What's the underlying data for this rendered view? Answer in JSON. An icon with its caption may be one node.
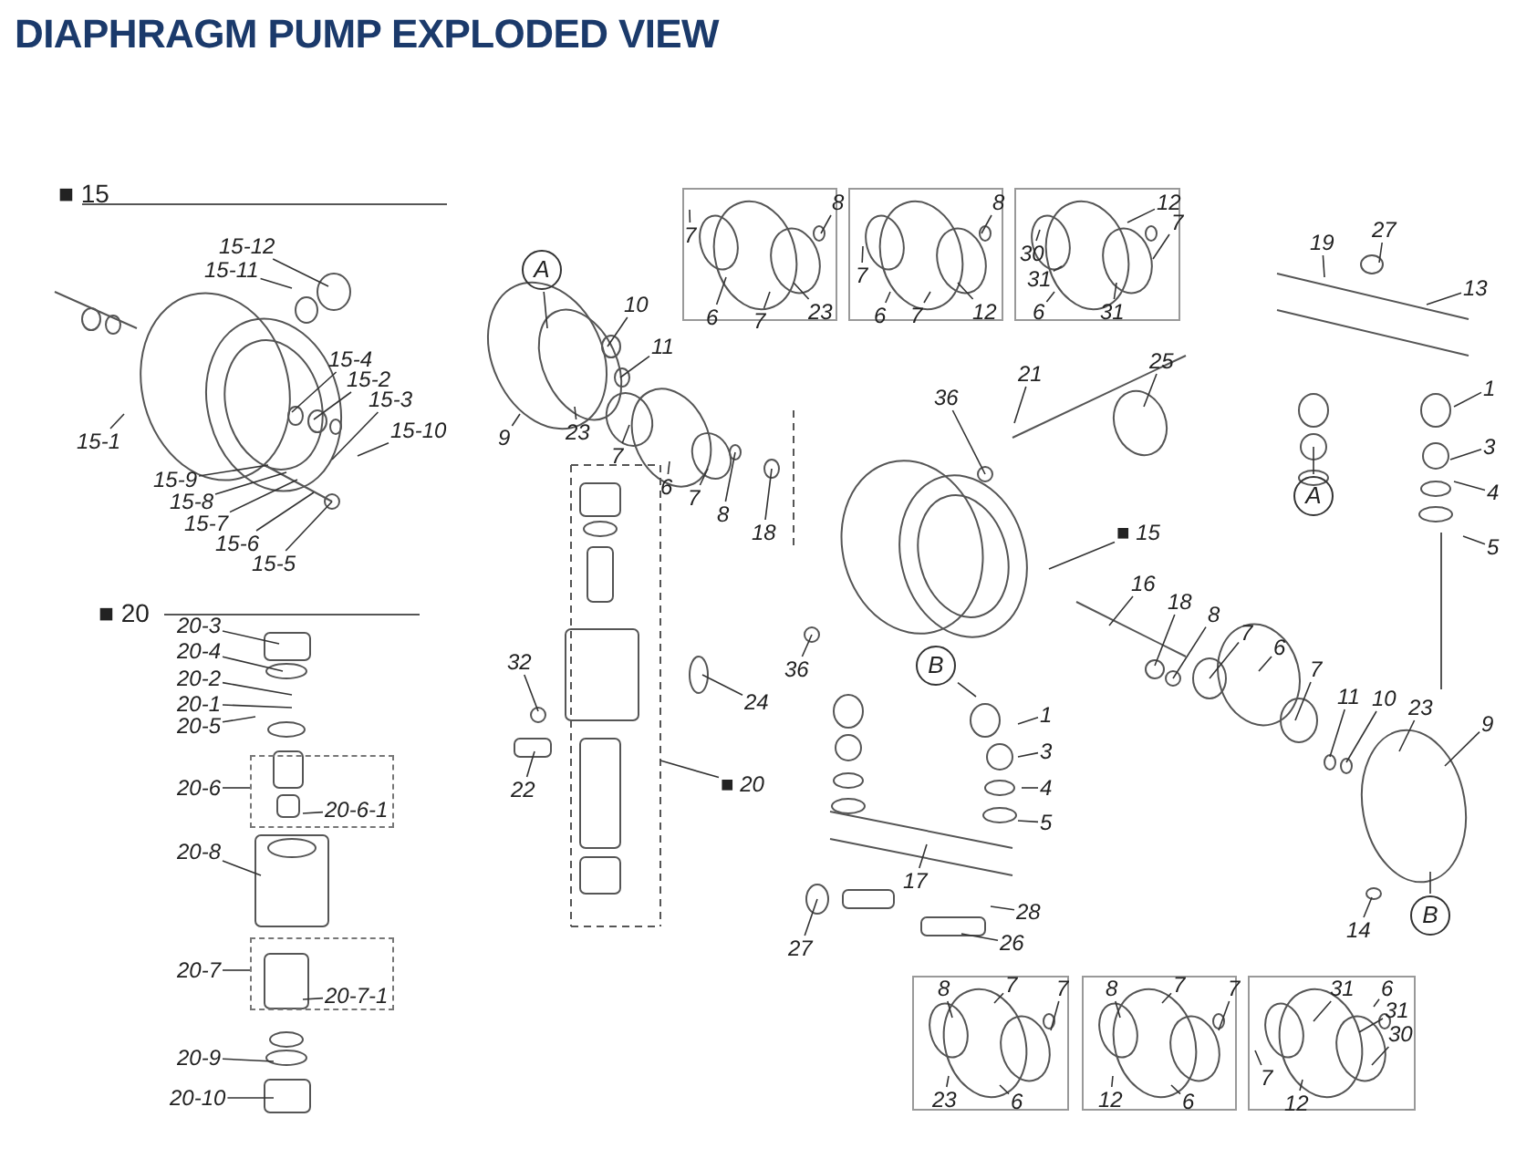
{
  "diagram": {
    "title": "DIAPHRAGM PUMP EXPLODED VIEW",
    "nodes": [
      {
        "text": [
          "15-12"
        ]
      },
      {
        "text": [
          "15-11"
        ]
      },
      {
        "text": [
          "15-1"
        ]
      },
      {
        "text": [
          "15-4"
        ]
      },
      {
        "text": [
          "15-2"
        ]
      },
      {
        "text": [
          "15-3"
        ]
      },
      {
        "text": [
          "15-10"
        ]
      },
      {
        "text": [
          "15-9"
        ]
      },
      {
        "text": [
          "15-8"
        ]
      },
      {
        "text": [
          "15-7"
        ]
      },
      {
        "text": [
          "15-6"
        ]
      },
      {
        "text": [
          "15-5"
        ]
      },
      {
        "text": [
          "20-3"
        ]
      },
      {
        "text": [
          "20-4"
        ]
      },
      {
        "text": [
          "20-2"
        ]
      },
      {
        "text": [
          "20-1"
        ]
      },
      {
        "text": [
          "20-5"
        ]
      },
      {
        "text": [
          "20-6"
        ]
      },
      {
        "text": [],
        "shape": "box"
      },
      {
        "text": [
          "20-6-1"
        ],
        "in": 18
      },
      {
        "text": [
          "20-8"
        ]
      },
      {
        "text": [
          "20-7"
        ]
      },
      {
        "text": [],
        "shape": "box"
      },
      {
        "text": [
          "20-7-1"
        ],
        "in": 22
      },
      {
        "text": [
          "20-9"
        ]
      },
      {
        "text": [
          "20-10"
        ]
      },
      {
        "text": [],
        "shape": "box"
      },
      {
        "text": [
          "8"
        ],
        "in": 26
      },
      {
        "text": [
          "7"
        ],
        "in": 26
      },
      {
        "text": [
          "6"
        ],
        "in": 26
      },
      {
        "text": [
          "7"
        ],
        "in": 26
      },
      {
        "text": [
          "23"
        ],
        "in": 26
      },
      {
        "text": [],
        "shape": "box"
      },
      {
        "text": [
          "8"
        ],
        "in": 32
      },
      {
        "text": [
          "7"
        ],
        "in": 32
      },
      {
        "text": [
          "6"
        ],
        "in": 32
      },
      {
        "text": [
          "7"
        ],
        "in": 32
      },
      {
        "text": [
          "12"
        ],
        "in": 32
      },
      {
        "text": [],
        "shape": "box"
      },
      {
        "text": [
          "30"
        ],
        "in": 38
      },
      {
        "text": [
          "31"
        ],
        "in": 38
      },
      {
        "text": [
          "6"
        ],
        "in": 38
      },
      {
        "text": [
          "12"
        ],
        "in": 38
      },
      {
        "text": [
          "7"
        ],
        "in": 38
      },
      {
        "text": [
          "31"
        ],
        "in": 38
      },
      {
        "text": [
          "A"
        ]
      },
      {
        "text": [
          "10"
        ]
      },
      {
        "text": [
          "11"
        ]
      },
      {
        "text": [
          "9"
        ]
      },
      {
        "text": [
          "23"
        ]
      },
      {
        "text": [
          "7"
        ]
      },
      {
        "text": [
          "6"
        ]
      },
      {
        "text": [
          "7"
        ]
      },
      {
        "text": [
          "8"
        ]
      },
      {
        "text": [
          "18"
        ]
      },
      {
        "text": [
          "36"
        ]
      },
      {
        "text": [
          "21"
        ]
      },
      {
        "text": [
          "25"
        ]
      },
      {
        "text": [
          "19"
        ]
      },
      {
        "text": [
          "27"
        ]
      },
      {
        "text": [
          "13"
        ]
      },
      {
        "text": [
          "1"
        ]
      },
      {
        "text": [
          "3"
        ]
      },
      {
        "text": [
          "4"
        ]
      },
      {
        "text": [
          "5"
        ]
      },
      {
        "text": [
          "A"
        ]
      },
      {
        "text": [
          "■ 15"
        ]
      },
      {
        "text": [
          "16"
        ]
      },
      {
        "text": [
          "18"
        ]
      },
      {
        "text": [
          "32"
        ]
      },
      {
        "text": [
          "24"
        ]
      },
      {
        "text": [
          "36"
        ]
      },
      {
        "text": [
          "B"
        ]
      },
      {
        "text": [
          "1"
        ]
      },
      {
        "text": [
          "3"
        ]
      },
      {
        "text": [
          "4"
        ]
      },
      {
        "text": [
          "5"
        ]
      },
      {
        "text": [
          "22"
        ]
      },
      {
        "text": [
          "■ 20"
        ]
      },
      {
        "text": [
          "17"
        ]
      },
      {
        "text": [
          "27"
        ]
      },
      {
        "text": [
          "28"
        ]
      },
      {
        "text": [
          "26"
        ]
      },
      {
        "text": [
          "8"
        ]
      },
      {
        "text": [
          "7"
        ]
      },
      {
        "text": [
          "6"
        ]
      },
      {
        "text": [
          "7"
        ]
      },
      {
        "text": [
          "11"
        ]
      },
      {
        "text": [
          "10"
        ]
      },
      {
        "text": [
          "23"
        ]
      },
      {
        "text": [
          "9"
        ]
      },
      {
        "text": [
          "14"
        ]
      },
      {
        "text": [
          "B"
        ]
      },
      {
        "text": [],
        "shape": "box"
      },
      {
        "text": [
          "8"
        ],
        "in": 93
      },
      {
        "text": [
          "7"
        ],
        "in": 93
      },
      {
        "text": [
          "7"
        ],
        "in": 93
      },
      {
        "text": [
          "23"
        ],
        "in": 93
      },
      {
        "text": [
          "6"
        ],
        "in": 93
      },
      {
        "text": [],
        "shape": "box"
      },
      {
        "text": [
          "8"
        ],
        "in": 99
      },
      {
        "text": [
          "7"
        ],
        "in": 99
      },
      {
        "text": [
          "7"
        ],
        "in": 99
      },
      {
        "text": [
          "12"
        ],
        "in": 99
      },
      {
        "text": [
          "6"
        ],
        "in": 99
      },
      {
        "text": [],
        "shape": "box"
      },
      {
        "text": [
          "31"
        ],
        "in": 105
      },
      {
        "text": [
          "6"
        ],
        "in": 105
      },
      {
        "text": [
          "31"
        ],
        "in": 105
      },
      {
        "text": [
          "30"
        ],
        "in": 105
      },
      {
        "text": [
          "7"
        ],
        "in": 105
      },
      {
        "text": [
          "12"
        ],
        "in": 105
      }
    ],
    "edges": [
      {
        "from": 0,
        "to": null,
        "arrow": "none"
      },
      {
        "from": 1,
        "to": null,
        "arrow": "none"
      },
      {
        "from": 2,
        "to": null,
        "arrow": "none"
      },
      {
        "from": 3,
        "to": null,
        "arrow": "none"
      },
      {
        "from": 4,
        "to": null,
        "arrow": "none"
      },
      {
        "from": 5,
        "to": null,
        "arrow": "none"
      },
      {
        "from": 6,
        "to": null,
        "arrow": "none"
      },
      {
        "from": 7,
        "to": null,
        "arrow": "none"
      },
      {
        "from": 8,
        "to": null,
        "arrow": "none"
      },
      {
        "from": 9,
        "to": null,
        "arrow": "none"
      },
      {
        "from": 10,
        "to": null,
        "arrow": "none"
      },
      {
        "from": 11,
        "to": null,
        "arrow": "none"
      },
      {
        "from": 12,
        "to": null,
        "arrow": "none"
      },
      {
        "from": 13,
        "to": null,
        "arrow": "none"
      },
      {
        "from": 14,
        "to": null,
        "arrow": "none"
      },
      {
        "from": 15,
        "to": null,
        "arrow": "none"
      },
      {
        "from": 16,
        "to": null,
        "arrow": "none"
      },
      {
        "from": 17,
        "to": 18,
        "arrow": "none"
      },
      {
        "from": 19,
        "to": null,
        "arrow": "none"
      },
      {
        "from": 20,
        "to": null,
        "arrow": "none"
      },
      {
        "from": 21,
        "to": 22,
        "arrow": "none"
      },
      {
        "from": 23,
        "to": null,
        "arrow": "none"
      },
      {
        "from": 24,
        "to": null,
        "arrow": "none"
      },
      {
        "from": 25,
        "to": null,
        "arrow": "none"
      },
      {
        "from": 27,
        "to": null,
        "arrow": "none"
      },
      {
        "from": 28,
        "to": null,
        "arrow": "none"
      },
      {
        "from": 29,
        "to": null,
        "arrow": "none"
      },
      {
        "from": 30,
        "to": null,
        "arrow": "none"
      },
      {
        "from": 31,
        "to": null,
        "arrow": "none"
      },
      {
        "from": 33,
        "to": null,
        "arrow": "none"
      },
      {
        "from": 34,
        "to": null,
        "arrow": "none"
      },
      {
        "from": 35,
        "to": null,
        "arrow": "none"
      },
      {
        "from": 36,
        "to": null,
        "arrow": "none"
      },
      {
        "from": 37,
        "to": null,
        "arrow": "none"
      },
      {
        "from": 39,
        "to": null,
        "arrow": "none"
      },
      {
        "from": 40,
        "to": null,
        "arrow": "none"
      },
      {
        "from": 41,
        "to": null,
        "arrow": "none"
      },
      {
        "from": 42,
        "to": null,
        "arrow": "none"
      },
      {
        "from": 43,
        "to": null,
        "arrow": "none"
      },
      {
        "from": 44,
        "to": null,
        "arrow": "none"
      },
      {
        "from": 45,
        "to": null,
        "arrow": "none"
      },
      {
        "from": 46,
        "to": null,
        "arrow": "none"
      },
      {
        "from": 47,
        "to": null,
        "arrow": "none"
      },
      {
        "from": 48,
        "to": null,
        "arrow": "none"
      },
      {
        "from": 49,
        "to": null,
        "arrow": "none"
      },
      {
        "from": 50,
        "to": null,
        "arrow": "none"
      },
      {
        "from": 51,
        "to": null,
        "arrow": "none"
      },
      {
        "from": 52,
        "to": null,
        "arrow": "none"
      },
      {
        "from": 53,
        "to": null,
        "arrow": "none"
      },
      {
        "from": 54,
        "to": null,
        "arrow": "none"
      },
      {
        "from": 55,
        "to": null,
        "arrow": "none"
      },
      {
        "from": 56,
        "to": null,
        "arrow": "none"
      },
      {
        "from": 57,
        "to": null,
        "arrow": "none"
      },
      {
        "from": 58,
        "to": null,
        "arrow": "none"
      },
      {
        "from": 59,
        "to": null,
        "arrow": "none"
      },
      {
        "from": 60,
        "to": null,
        "arrow": "none"
      },
      {
        "from": 61,
        "to": null,
        "arrow": "none"
      },
      {
        "from": 62,
        "to": null,
        "arrow": "none"
      },
      {
        "from": 63,
        "to": null,
        "arrow": "none"
      },
      {
        "from": 64,
        "to": null,
        "arrow": "none"
      },
      {
        "from": 65,
        "to": null,
        "arrow": "none"
      },
      {
        "from": 66,
        "to": null,
        "arrow": "none"
      },
      {
        "from": 67,
        "to": null,
        "arrow": "none"
      },
      {
        "from": 68,
        "to": null,
        "arrow": "none"
      },
      {
        "from": 69,
        "to": null,
        "arrow": "none"
      },
      {
        "from": 70,
        "to": null,
        "arrow": "none"
      },
      {
        "from": 71,
        "to": null,
        "arrow": "none"
      },
      {
        "from": 72,
        "to": null,
        "arrow": "none"
      },
      {
        "from": 73,
        "to": null,
        "arrow": "none"
      },
      {
        "from": 74,
        "to": null,
        "arrow": "none"
      },
      {
        "from": 75,
        "to": null,
        "arrow": "none"
      },
      {
        "from": 76,
        "to": null,
        "arrow": "none"
      },
      {
        "from": 77,
        "to": null,
        "arrow": "none"
      },
      {
        "from": 78,
        "to": null,
        "arrow": "none"
      },
      {
        "from": 79,
        "to": null,
        "arrow": "none"
      },
      {
        "from": 80,
        "to": null,
        "arrow": "none"
      },
      {
        "from": 81,
        "to": null,
        "arrow": "none"
      },
      {
        "from": 82,
        "to": null,
        "arrow": "none"
      },
      {
        "from": 83,
        "to": null,
        "arrow": "none"
      },
      {
        "from": 84,
        "to": null,
        "arrow": "none"
      },
      {
        "from": 85,
        "to": null,
        "arrow": "none"
      },
      {
        "from": 86,
        "to": null,
        "arrow": "none"
      },
      {
        "from": 87,
        "to": null,
        "arrow": "none"
      },
      {
        "from": 88,
        "to": null,
        "arrow": "none"
      },
      {
        "from": 89,
        "to": null,
        "arrow": "none"
      },
      {
        "from": 90,
        "to": null,
        "arrow": "none"
      },
      {
        "from": 91,
        "to": null,
        "arrow": "none"
      },
      {
        "from": 92,
        "to": null,
        "arrow": "none"
      },
      {
        "from": 94,
        "to": null,
        "arrow": "none"
      },
      {
        "from": 95,
        "to": null,
        "arrow": "none"
      },
      {
        "from": 96,
        "to": null,
        "arrow": "none"
      },
      {
        "from": 97,
        "to": null,
        "arrow": "none"
      },
      {
        "from": 98,
        "to": null,
        "arrow": "none"
      },
      {
        "from": 100,
        "to": null,
        "arrow": "none"
      },
      {
        "from": 101,
        "to": null,
        "arrow": "none"
      },
      {
        "from": 102,
        "to": null,
        "arrow": "none"
      },
      {
        "from": 103,
        "to": null,
        "arrow": "none"
      },
      {
        "from": 104,
        "to": null,
        "arrow": "none"
      },
      {
        "from": 106,
        "to": null,
        "arrow": "none"
      },
      {
        "from": 107,
        "to": null,
        "arrow": "none"
      },
      {
        "from": 108,
        "to": null,
        "arrow": "none"
      },
      {
        "from": 109,
        "to": null,
        "arrow": "none"
      },
      {
        "from": 110,
        "to": null,
        "arrow": "none"
      },
      {
        "from": 111,
        "to": null,
        "arrow": "none"
      }
    ],
    "labels": [
      "■ 15",
      "■ 20"
    ]
  }
}
